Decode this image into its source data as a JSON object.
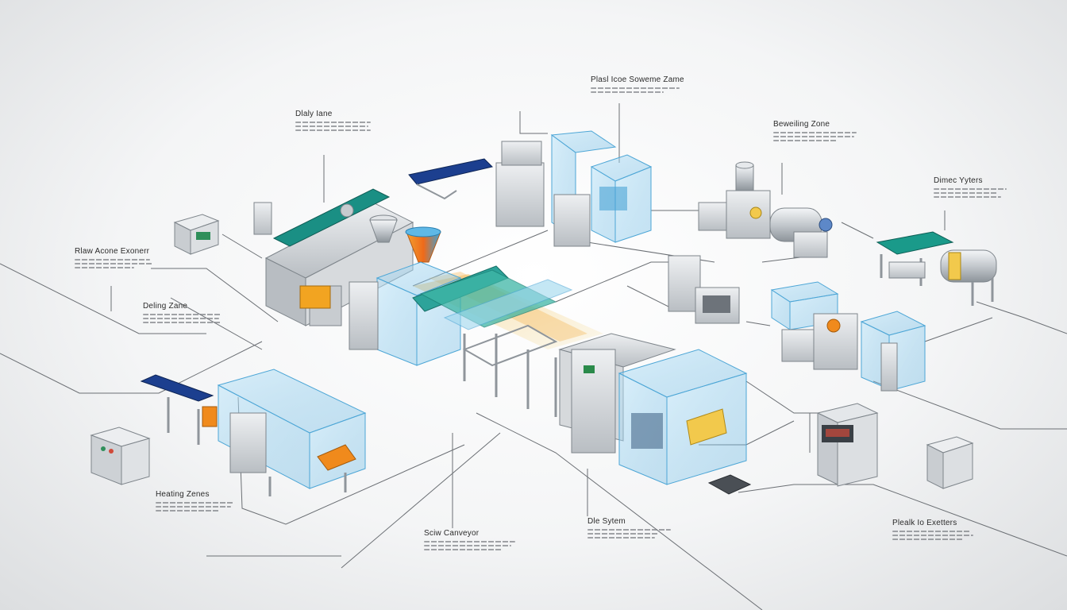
{
  "diagram": {
    "labels": [
      {
        "id": "plastic-zone",
        "title": "Plasl Icoe Soweme Zame"
      },
      {
        "id": "dry-zone",
        "title": "Dlaly Iane"
      },
      {
        "id": "feeding-zone",
        "title": "Beweiling Zone"
      },
      {
        "id": "dimer-systems",
        "title": "Dimec Yyters"
      },
      {
        "id": "raw-screw-extruder",
        "title": "Rlaw Acone Exonerr"
      },
      {
        "id": "dosing-zone",
        "title": "Deling Zane"
      },
      {
        "id": "heating-zones",
        "title": "Heating Zenes"
      },
      {
        "id": "screw-conveyor",
        "title": "Sciw Canveyor"
      },
      {
        "id": "die-system",
        "title": "Dle Sytem"
      },
      {
        "id": "plastic-extruders",
        "title": "Plealk Io Exetters"
      }
    ],
    "colors": {
      "glass": "#9fd3ee",
      "glass_edge": "#4da6d6",
      "metal": "#d6d9dc",
      "metal_dark": "#8f959b",
      "conveyor_blue": "#1c3f8f",
      "conveyor_teal": "#1a9a8a",
      "accent_orange": "#f08a1c",
      "accent_yellow": "#f2c94c",
      "leader_line": "#6b6f74"
    }
  }
}
